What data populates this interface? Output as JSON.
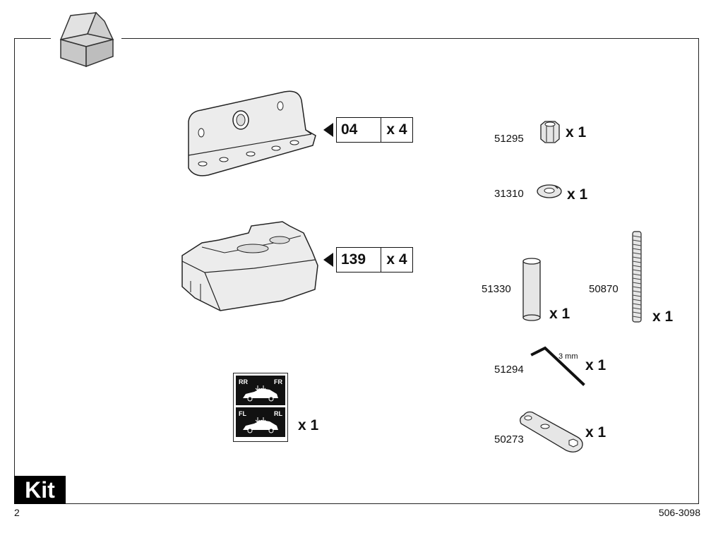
{
  "callouts": {
    "bracket": {
      "code": "04",
      "qty": "x 4"
    },
    "foot": {
      "code": "139",
      "qty": "x 4"
    }
  },
  "sticker": {
    "qty": "x 1",
    "top_left": "RR",
    "top_right": "FR",
    "bottom_left": "FL",
    "bottom_right": "RL"
  },
  "parts": [
    {
      "number": "51295",
      "qty": "x 1"
    },
    {
      "number": "31310",
      "qty": "x 1"
    },
    {
      "number": "51330",
      "qty": "x 1"
    },
    {
      "number": "50870",
      "qty": "x 1"
    },
    {
      "number": "51294",
      "qty": "x 1",
      "note": "3 mm"
    },
    {
      "number": "50273",
      "qty": "x 1"
    }
  ],
  "section_label": "Kit",
  "page_number": "2",
  "doc_code": "506-3098"
}
